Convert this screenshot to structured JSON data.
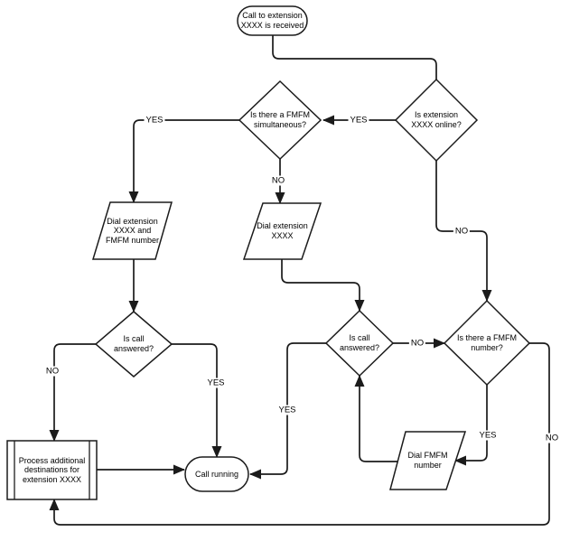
{
  "diagram": {
    "type": "flowchart",
    "colors": {
      "stroke": "#1b1b1b",
      "shape_fill": "#ffffff",
      "text": "#000000",
      "background": "#ffffff"
    },
    "nodes": {
      "start": {
        "type": "terminator",
        "label": "Call to extension\nXXXX is received"
      },
      "is_online": {
        "type": "decision",
        "label": "Is extension\nXXXX online?"
      },
      "is_fmfm_simultaneous": {
        "type": "decision",
        "label": "Is there a FMFM\nsimultaneous?"
      },
      "dial_ext_and_fmfm": {
        "type": "input-output",
        "label": "Dial extension\nXXXX and\nFMFM number"
      },
      "dial_ext": {
        "type": "input-output",
        "label": "Dial extension\nXXXX"
      },
      "is_answered_left": {
        "type": "decision",
        "label": "Is call\nanswered?"
      },
      "is_answered_right": {
        "type": "decision",
        "label": "Is call\nanswered?"
      },
      "is_fmfm_number": {
        "type": "decision",
        "label": "Is there a FMFM\nnumber?"
      },
      "dial_fmfm": {
        "type": "input-output",
        "label": "Dial FMFM\nnumber"
      },
      "process_additional": {
        "type": "predefined-process",
        "label": "Process additional\ndestinations for\nextension XXXX"
      },
      "call_running": {
        "type": "terminator",
        "label": "Call running"
      }
    },
    "edge_labels": {
      "yes": "YES",
      "no": "NO"
    },
    "edges": [
      {
        "from": "start",
        "to": "is_online",
        "label": ""
      },
      {
        "from": "is_online",
        "to": "is_fmfm_simultaneous",
        "label": "YES"
      },
      {
        "from": "is_online",
        "to": "is_fmfm_number",
        "label": "NO"
      },
      {
        "from": "is_fmfm_simultaneous",
        "to": "dial_ext_and_fmfm",
        "label": "YES"
      },
      {
        "from": "is_fmfm_simultaneous",
        "to": "dial_ext",
        "label": "NO"
      },
      {
        "from": "dial_ext_and_fmfm",
        "to": "is_answered_left",
        "label": ""
      },
      {
        "from": "dial_ext",
        "to": "is_answered_right",
        "label": ""
      },
      {
        "from": "is_answered_left",
        "to": "process_additional",
        "label": "NO"
      },
      {
        "from": "is_answered_left",
        "to": "call_running",
        "label": "YES"
      },
      {
        "from": "is_answered_right",
        "to": "call_running",
        "label": "YES"
      },
      {
        "from": "is_answered_right",
        "to": "is_fmfm_number",
        "label": "NO"
      },
      {
        "from": "is_fmfm_number",
        "to": "dial_fmfm",
        "label": "YES"
      },
      {
        "from": "is_fmfm_number",
        "to": "process_additional",
        "label": "NO"
      },
      {
        "from": "dial_fmfm",
        "to": "is_answered_right",
        "label": ""
      },
      {
        "from": "process_additional",
        "to": "call_running",
        "label": ""
      }
    ]
  }
}
